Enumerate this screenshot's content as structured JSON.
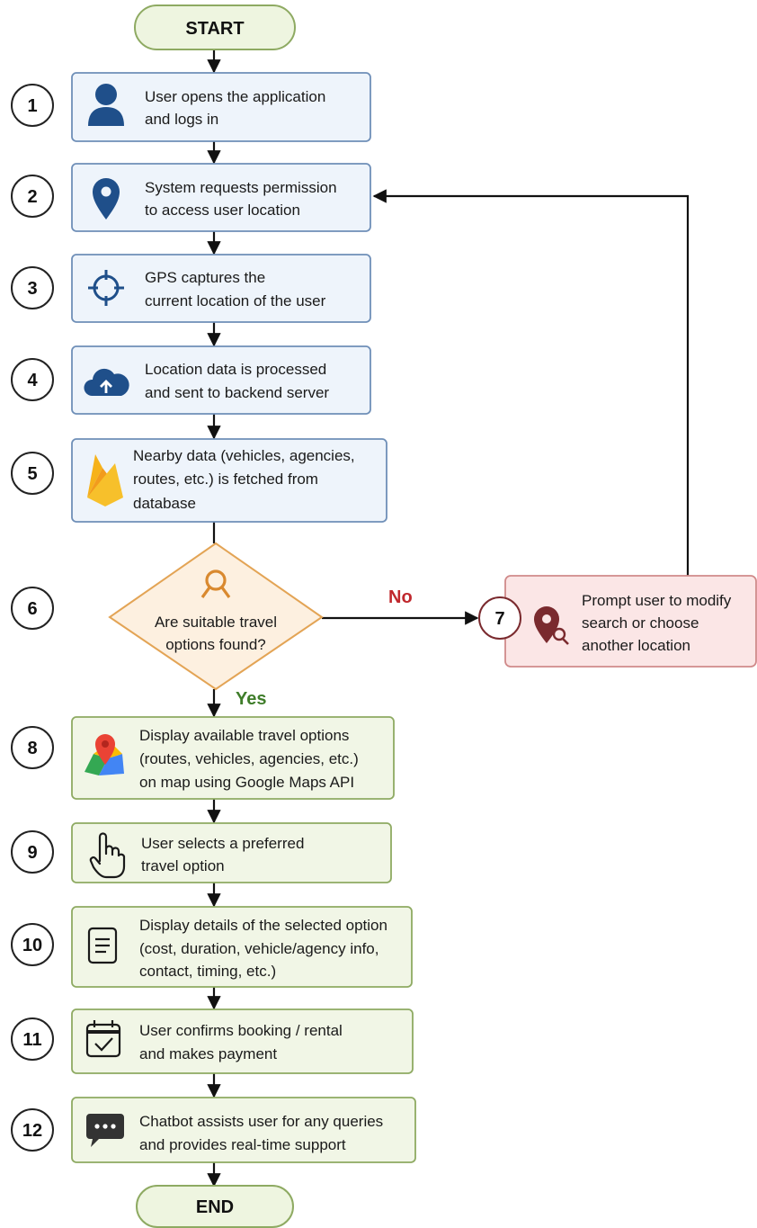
{
  "start_label": "START",
  "end_label": "END",
  "steps": [
    {
      "num": "1",
      "lines": [
        "User opens the application",
        "and logs in"
      ],
      "icon": "user-icon"
    },
    {
      "num": "2",
      "lines": [
        "System requests permission",
        "to access user location"
      ],
      "icon": "location-pin-icon"
    },
    {
      "num": "3",
      "lines": [
        "GPS captures the",
        "current location of the user"
      ],
      "icon": "crosshair-icon"
    },
    {
      "num": "4",
      "lines": [
        "Location data is processed",
        "and sent to backend server"
      ],
      "icon": "cloud-upload-icon"
    },
    {
      "num": "5",
      "lines": [
        "Nearby data (vehicles, agencies,",
        "routes, etc.) is fetched from",
        "database"
      ],
      "icon": "firebase-icon"
    },
    {
      "num": "8",
      "lines": [
        "Display available travel options",
        "(routes, vehicles, agencies, etc.)",
        "on map using Google Maps API"
      ],
      "icon": "google-maps-icon"
    },
    {
      "num": "9",
      "lines": [
        "User selects a preferred",
        "travel option"
      ],
      "icon": "hand-pointer-icon"
    },
    {
      "num": "10",
      "lines": [
        "Display details of the selected option",
        "(cost, duration, vehicle/agency info,",
        "contact, timing, etc.)"
      ],
      "icon": "document-icon"
    },
    {
      "num": "11",
      "lines": [
        "User confirms booking / rental",
        "and makes payment"
      ],
      "icon": "calendar-check-icon"
    },
    {
      "num": "12",
      "lines": [
        "Chatbot assists user for any queries",
        "and provides real-time support"
      ],
      "icon": "chat-bubble-icon"
    }
  ],
  "decision": {
    "num": "6",
    "lines": [
      "Are suitable travel",
      "options found?"
    ],
    "icon": "search-icon"
  },
  "reject": {
    "num": "7",
    "lines": [
      "Prompt user to modify",
      "search or choose",
      "another location"
    ],
    "icon": "location-search-icon"
  },
  "branches": {
    "no": "No",
    "yes": "Yes"
  },
  "colors": {
    "blue_fill": "#eef4fb",
    "blue_stroke": "#6f8fb8",
    "green_fill": "#f1f6e6",
    "green_stroke": "#8eaa62",
    "red_fill": "#fbe6e6",
    "red_stroke": "#d08a8a",
    "diamond_fill": "#fdf0e0",
    "diamond_stroke": "#e3a455",
    "icon_blue": "#1f4f8a",
    "icon_orange": "#d9892f",
    "icon_maroon": "#7a2a2e"
  }
}
